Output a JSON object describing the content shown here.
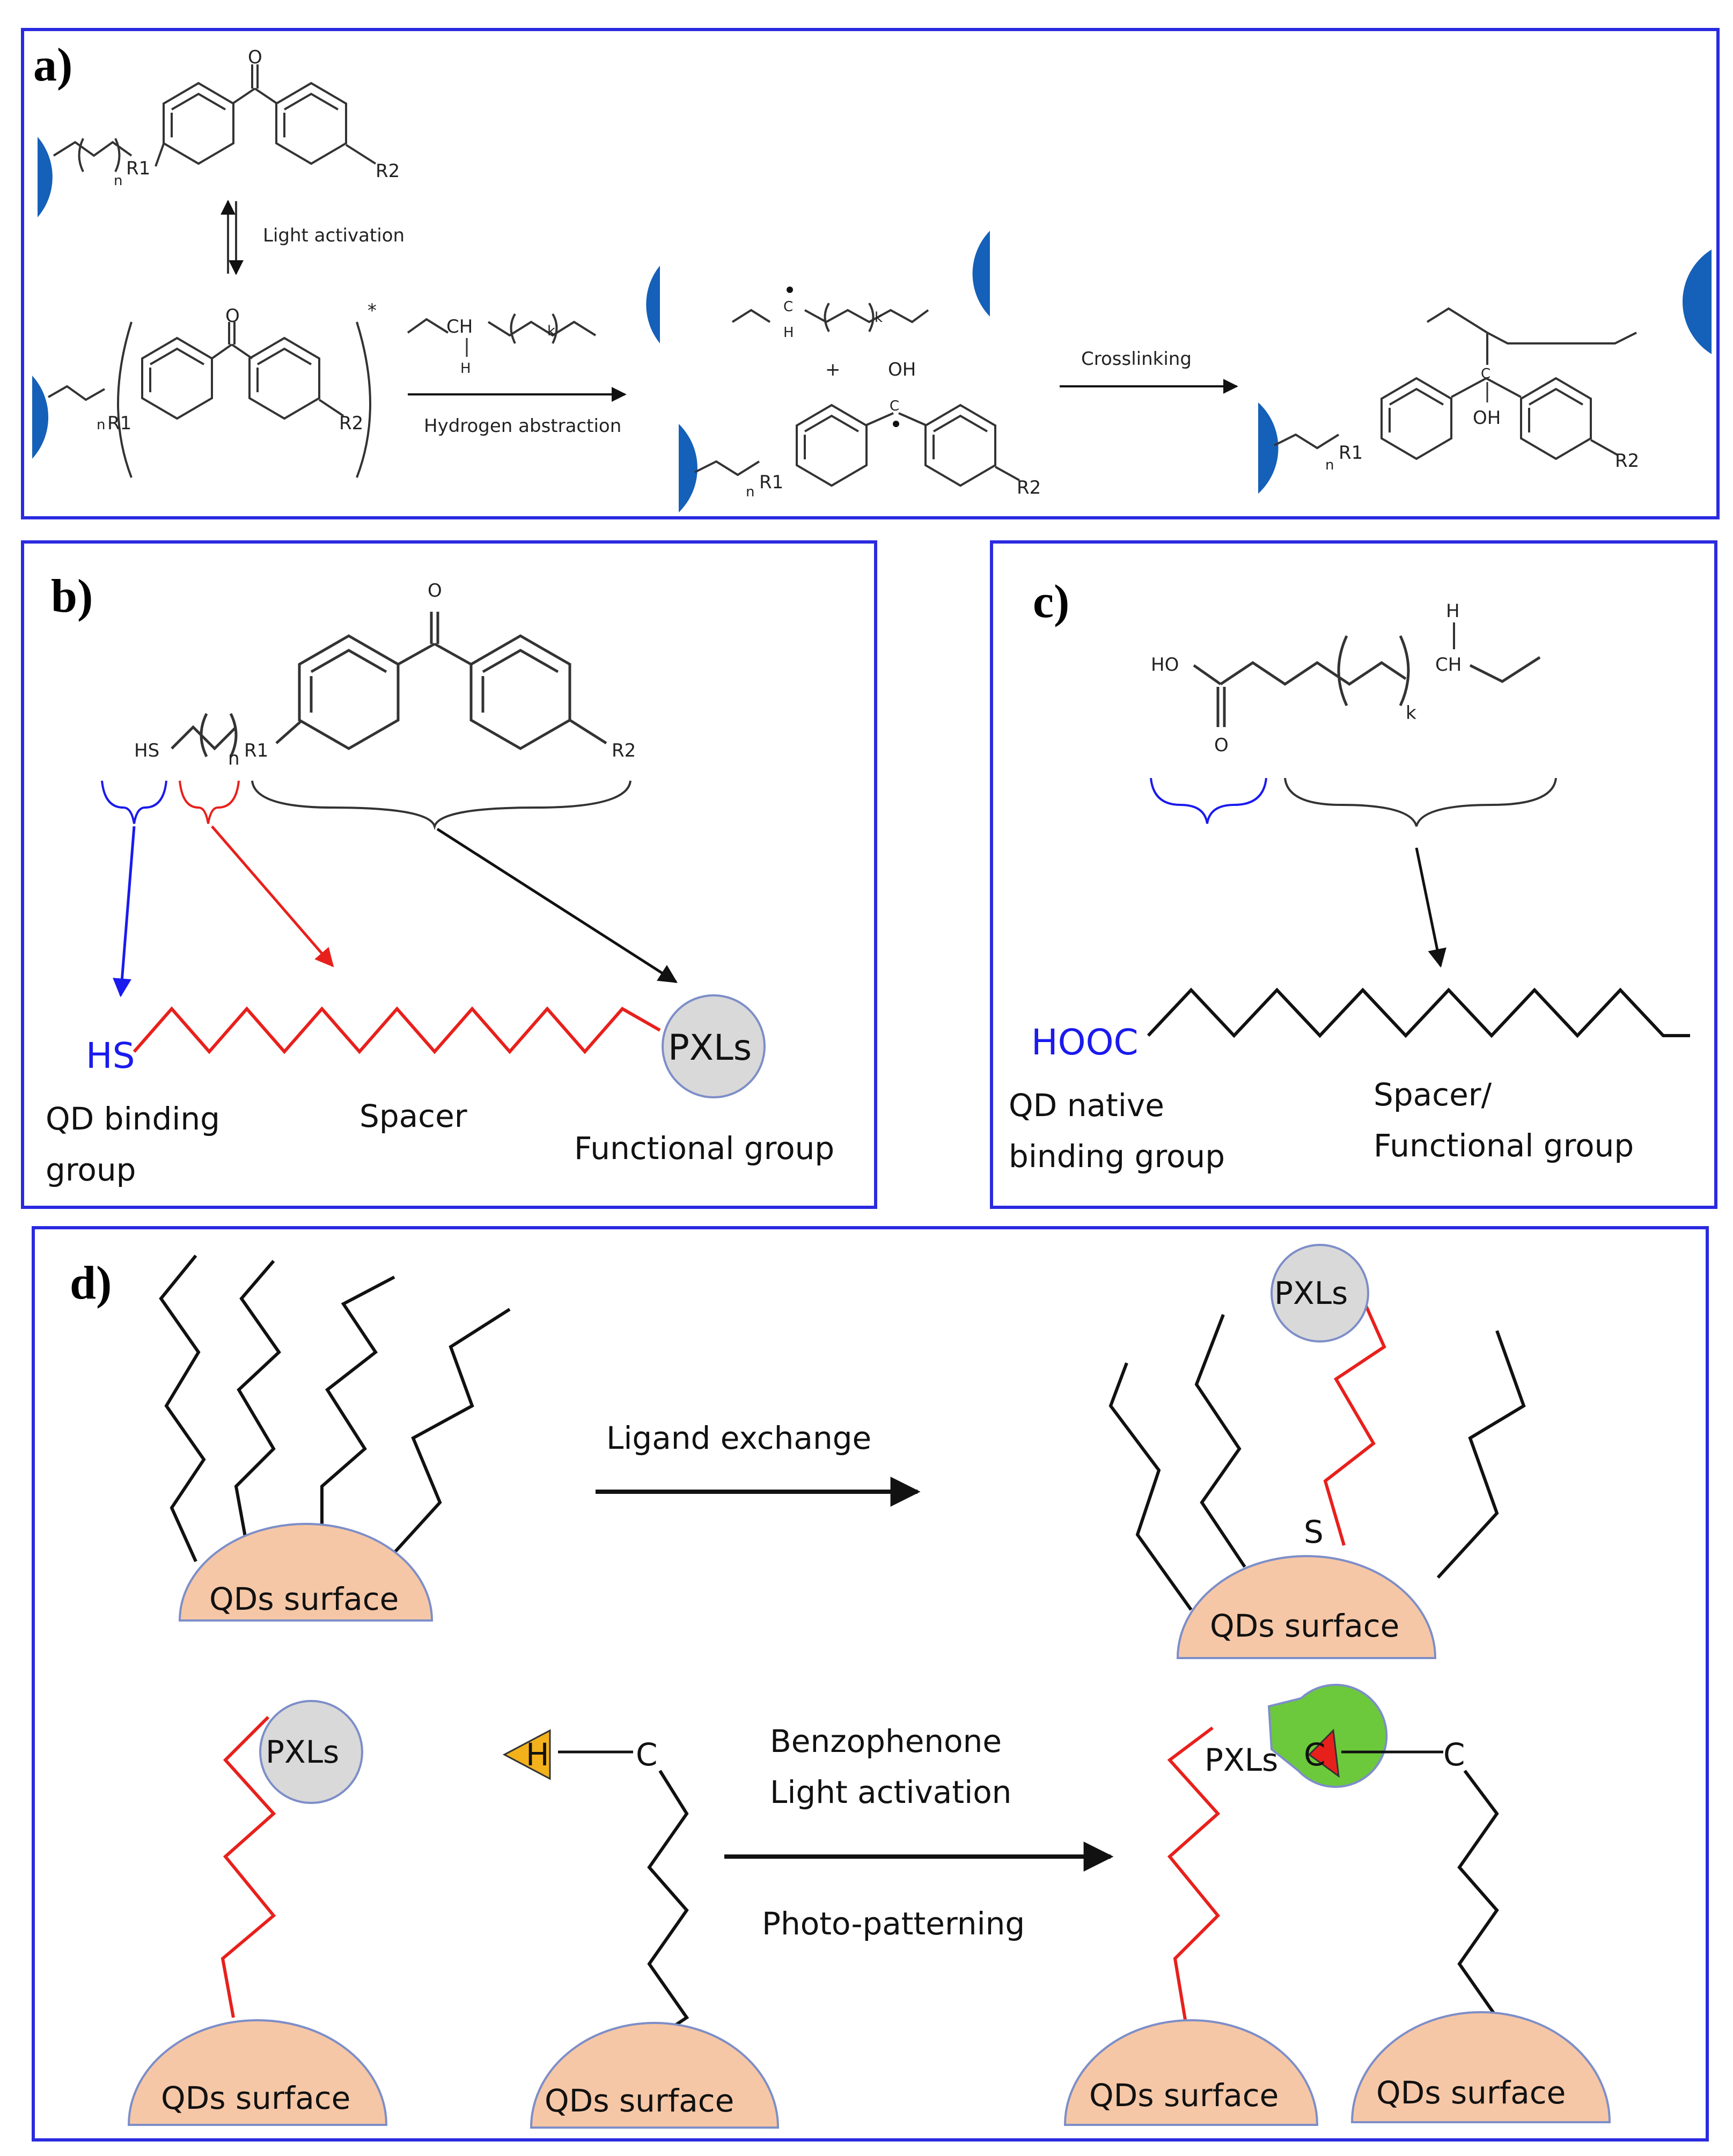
{
  "colors": {
    "frame": "#2a2ae0",
    "np_blue": "#1560b8",
    "spacer_red": "#e8201c",
    "binding_blue": "#1a1aee",
    "qd_fill": "#f6c7a6",
    "qd_stroke": "#7d8ec8",
    "pxl_fill": "#d9d9d9",
    "pxl_active": "#6cc93c",
    "h_triangle": "#f3b21c",
    "c_triangle": "#e8201c"
  },
  "panel_a": {
    "label": "a)",
    "light_activation": "Light activation",
    "hydrogen_abstraction": "Hydrogen abstraction",
    "crosslinking": "Crosslinking",
    "r1": "R1",
    "r2": "R2",
    "n": "n",
    "k": "k",
    "o": "O",
    "oh": "OH",
    "h": "H",
    "ch": "CH",
    "c": "C",
    "star": "*",
    "plus": "+"
  },
  "panel_b": {
    "label": "b)",
    "hs_formula": "HS",
    "r1": "R1",
    "r2": "R2",
    "n": "n",
    "o": "O",
    "hs": "HS",
    "pxls": "PXLs",
    "qd_binding_group_line1": "QD binding",
    "qd_binding_group_line2": "group",
    "spacer": "Spacer",
    "functional_group": "Functional group"
  },
  "panel_c": {
    "label": "c)",
    "ho": "HO",
    "o": "O",
    "h": "H",
    "ch": "CH",
    "k": "k",
    "hooc": "HOOC",
    "qd_native_line1": "QD native",
    "qd_native_line2": "binding group",
    "spacer_fg_line1": "Spacer/",
    "spacer_fg_line2": "Functional group"
  },
  "panel_d": {
    "label": "d)",
    "ligand_exchange": "Ligand exchange",
    "qds_surface": "QDs surface",
    "pxls": "PXLs",
    "s": "S",
    "h": "H",
    "c": "C",
    "benzophenone": "Benzophenone",
    "light_activation": "Light activation",
    "photo_patterning": "Photo-patterning"
  }
}
